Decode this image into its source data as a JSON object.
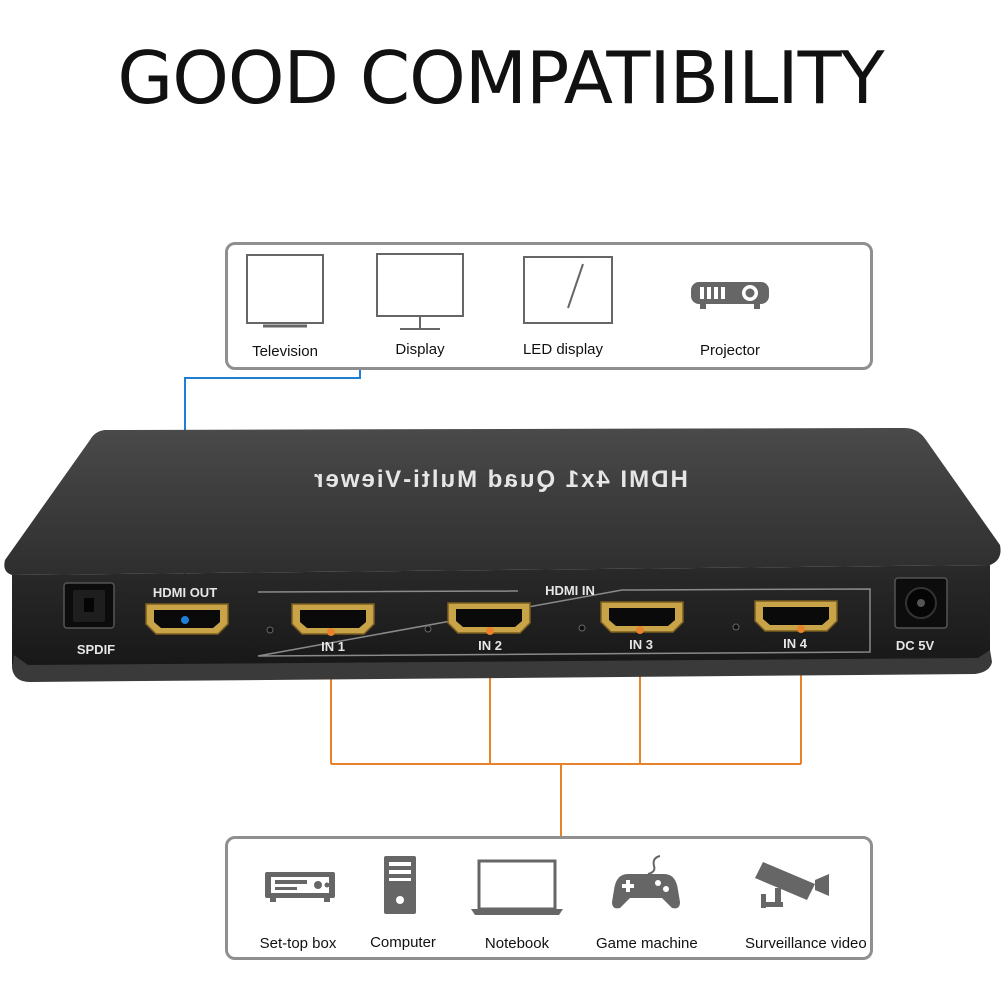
{
  "headline": "GOOD COMPATIBILITY",
  "output_devices": [
    {
      "label": "Television",
      "icon": "television-icon"
    },
    {
      "label": "Display",
      "icon": "monitor-icon"
    },
    {
      "label": "LED display",
      "icon": "led-display-icon"
    },
    {
      "label": "Projector",
      "icon": "projector-icon"
    }
  ],
  "device": {
    "top_label": "HDMI 4x1 Quad Multi-Viewer",
    "ports": {
      "spdif": "SPDIF",
      "hdmi_out": "HDMI OUT",
      "hdmi_in": "HDMI IN",
      "in1": "IN 1",
      "in2": "IN 2",
      "in3": "IN 3",
      "in4": "IN 4",
      "dc": "DC 5V"
    }
  },
  "input_devices": [
    {
      "label": "Set-top box",
      "icon": "set-top-box-icon"
    },
    {
      "label": "Computer",
      "icon": "computer-tower-icon"
    },
    {
      "label": "Notebook",
      "icon": "laptop-icon"
    },
    {
      "label": "Game machine",
      "icon": "gamepad-icon"
    },
    {
      "label": "Surveillance video",
      "icon": "cctv-camera-icon"
    }
  ],
  "colors": {
    "output_line": "#1f7fd6",
    "input_line": "#e8822a"
  }
}
